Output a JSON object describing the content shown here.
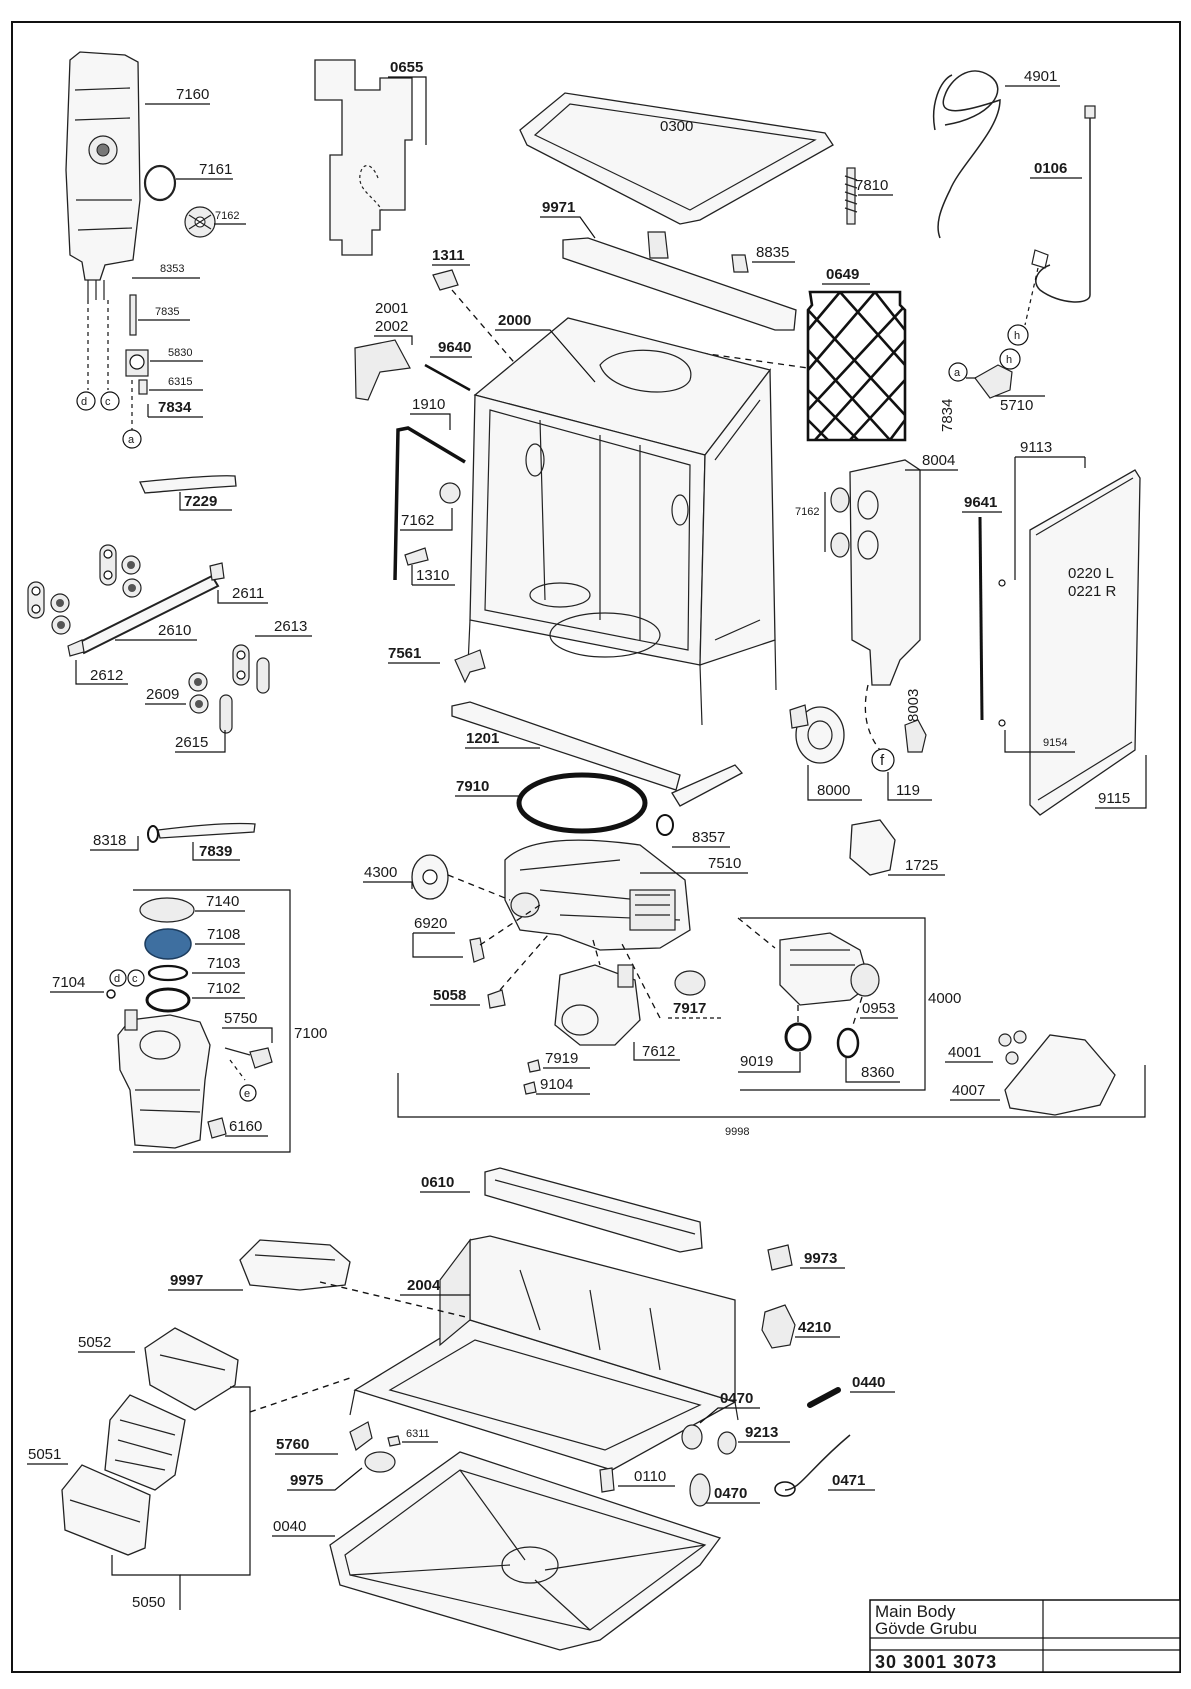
{
  "labels": {
    "7160": "7160",
    "7161": "7161",
    "7162a": "7162",
    "8353": "8353",
    "7835": "7835",
    "5830": "5830",
    "6315": "6315",
    "7834a": "7834",
    "0655": "0655",
    "0300": "0300",
    "4901": "4901",
    "0106": "0106",
    "7810": "7810",
    "9971": "9971",
    "8835": "8835",
    "1311": "1311",
    "0649": "0649",
    "2001": "2001",
    "2002": "2002",
    "2000": "2000",
    "9640": "9640",
    "1910": "1910",
    "7162b": "7162",
    "1310": "1310",
    "7834b": "7834",
    "5710": "5710",
    "7229": "7229",
    "2611": "2611",
    "2610": "2610",
    "2613": "2613",
    "2612": "2612",
    "2609": "2609",
    "2615": "2615",
    "7561": "7561",
    "1201": "1201",
    "8004": "8004",
    "9113": "9113",
    "9641": "9641",
    "7162c": "7162",
    "0220": "0220 L",
    "0221": "0221 R",
    "8003": "8003",
    "9154": "9154",
    "9115": "9115",
    "8000": "8000",
    "119": "119",
    "1725": "1725",
    "8318": "8318",
    "7839": "7839",
    "7910": "7910",
    "8357": "8357",
    "4300": "4300",
    "7510": "7510",
    "7140": "7140",
    "7108": "7108",
    "7103": "7103",
    "7104": "7104",
    "7102": "7102",
    "6920": "6920",
    "5750": "5750",
    "7100": "7100",
    "5058": "5058",
    "7917": "7917",
    "0953": "0953",
    "4000": "4000",
    "7612": "7612",
    "9019": "9019",
    "8360": "8360",
    "4001": "4001",
    "4007": "4007",
    "7919": "7919",
    "9104": "9104",
    "6160": "6160",
    "9998": "9998",
    "0610": "0610",
    "9973": "9973",
    "9997": "9997",
    "2004": "2004",
    "4210": "4210",
    "5052": "5052",
    "0440": "0440",
    "0470a": "0470",
    "9213": "9213",
    "5760": "5760",
    "6311": "6311",
    "5051": "5051",
    "9975": "9975",
    "0110": "0110",
    "0470b": "0470",
    "0471": "0471",
    "0040": "0040",
    "5050": "5050"
  },
  "markers": {
    "a": "a",
    "c": "c",
    "d": "d",
    "e": "e",
    "f": "f",
    "h": "h"
  },
  "title_block": {
    "title_en": "Main Body",
    "title_tr": "Gövde Grubu",
    "doc_number": "30 3001 3073"
  },
  "colors": {
    "line": "#111111",
    "part_fill": "#f7f7f7",
    "accent_blue": "#3e6fa0"
  }
}
